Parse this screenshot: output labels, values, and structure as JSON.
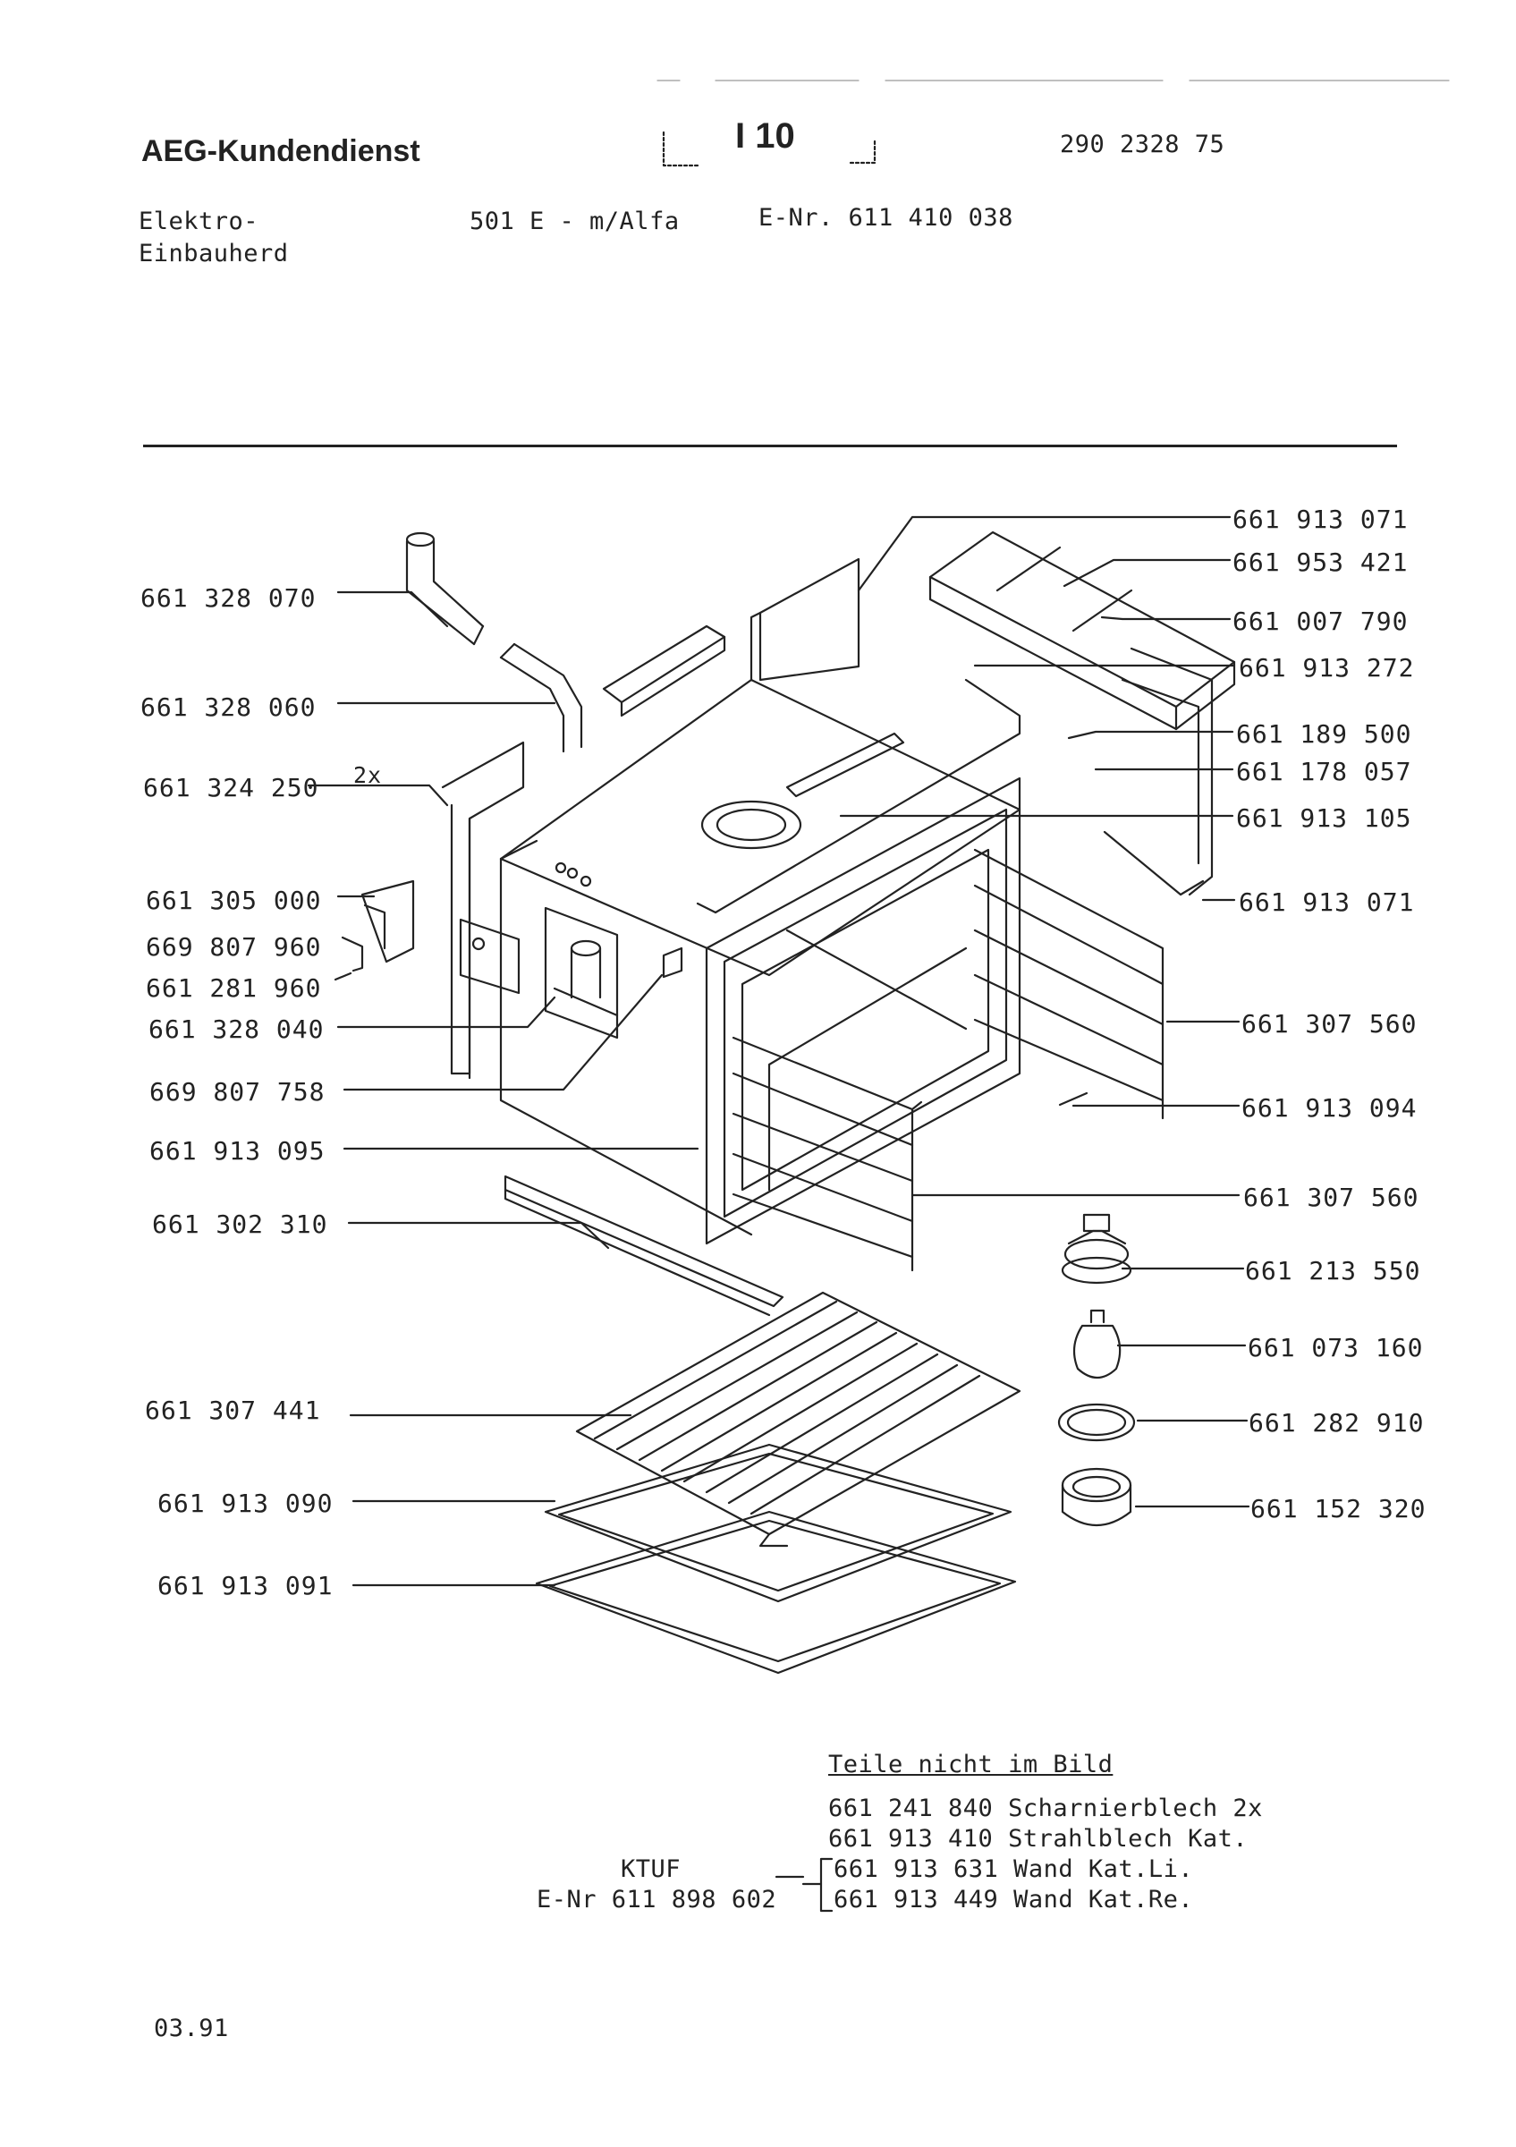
{
  "header": {
    "brand": "AEG-Kundendienst",
    "page_id": "I 10",
    "doc_number": "290 2328 75",
    "product_line1": "Elektro-",
    "product_line2": "Einbauherd",
    "model": "501 E - m/Alfa",
    "e_number": "E-Nr. 611 410 038"
  },
  "left_labels": [
    "661 328 070",
    "661 328 060",
    "661 324 250",
    "661 305 000",
    "669 807 960",
    "661 281 960",
    "661 328 040",
    "669 807 758",
    "661 913 095",
    "661 302 310",
    "661 307 441",
    "661 913 090",
    "661 913 091"
  ],
  "quantity_mark": "2x",
  "right_labels": [
    "661 913 071",
    "661 953 421",
    "661 007 790",
    "661 913 272",
    "661 189 500",
    "661 178 057",
    "661 913 105",
    "661 913 071",
    "661 307 560",
    "661 913 094",
    "661 307 560",
    "661 213 550",
    "661 073 160",
    "661 282 910",
    "661 152 320"
  ],
  "not_shown": {
    "heading": "Teile nicht im Bild",
    "items": [
      "661 241 840 Scharnierblech 2x",
      "661 913 410 Strahlblech Kat.",
      "661 913 631 Wand Kat.Li.",
      "661 913 449 Wand Kat.Re."
    ]
  },
  "ktuf": {
    "label": "KTUF",
    "e_number": "E-Nr 611 898 602"
  },
  "footer_date": "03.91"
}
